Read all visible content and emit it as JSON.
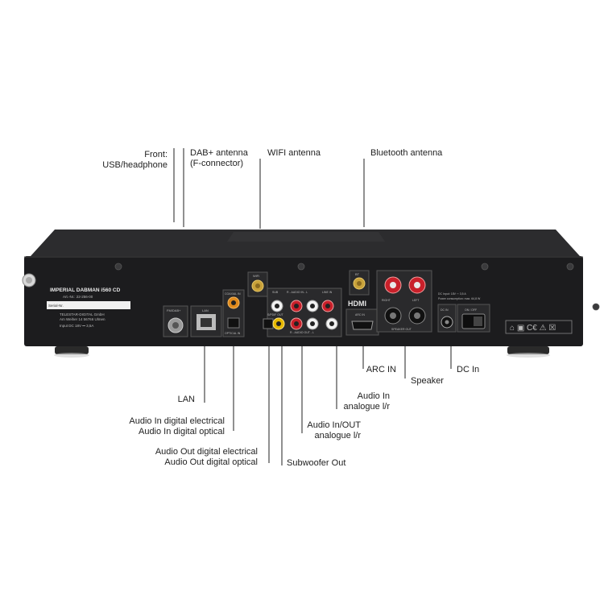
{
  "colors": {
    "chassis": "#1c1c1e",
    "panel": "#2a2a2c",
    "label_bg": "#f1f1f1",
    "port_red": "#c8202a",
    "port_yellow": "#e6b800",
    "leader": "#222222"
  },
  "device": {
    "sticker": {
      "model": "IMPERIAL DABMAN i560 CD",
      "art": "Art.-Nr.: 22-256-00",
      "company": "TELESTAR-DIGITAL GmbH",
      "address": "Am Weiher 14 56766 Ulmen",
      "power": "Input DC 18V ⎓ 3,5A",
      "serial_label": "Serial-Nr."
    },
    "port_labels": {
      "fm_dab": "FM/DAB+",
      "lan": "LAN",
      "coaxial": "COAXIAL IN",
      "optical": "OPTICAL IN",
      "wifi": "WiFi",
      "sub": "SUB",
      "audio_in": "R - AUDIO IN - L",
      "line_in": "LINE IN",
      "spdif_out": "S/PDIF OUT",
      "audio_out": "R - AUDIO OUT - L",
      "bt": "BT",
      "hdmi": "HDMI",
      "arc_in": "ARC IN",
      "right": "RIGHT",
      "left": "LEFT",
      "speaker_out": "SPEAKER OUT",
      "dc_in": "DC IN",
      "on_off": "ON / OFF",
      "dc_input": "DC Input: 18V ⎓ 3,5 A",
      "power_consumption": "Power consumption: max. 64,8 W"
    }
  },
  "callouts": {
    "front_usb": [
      "Front:",
      "USB/headphone"
    ],
    "dab_antenna": [
      "DAB+ antenna",
      "(F-connector)"
    ],
    "wifi_antenna": [
      "WIFI antenna"
    ],
    "bt_antenna": [
      "Bluetooth antenna"
    ],
    "lan": [
      "LAN"
    ],
    "audio_in_digital": [
      "Audio In digital electrical",
      "Audio In digital optical"
    ],
    "audio_out_digital": [
      "Audio Out digital electrical",
      "Audio Out digital optical"
    ],
    "subwoofer_out": [
      "Subwoofer Out"
    ],
    "audio_in_out_analogue": [
      "Audio In/OUT",
      "analogue l/r"
    ],
    "audio_in_analogue": [
      "Audio In",
      "analogue l/r"
    ],
    "arc_in": [
      "ARC IN"
    ],
    "speaker": [
      "Speaker"
    ],
    "dc_in": [
      "DC In"
    ]
  }
}
